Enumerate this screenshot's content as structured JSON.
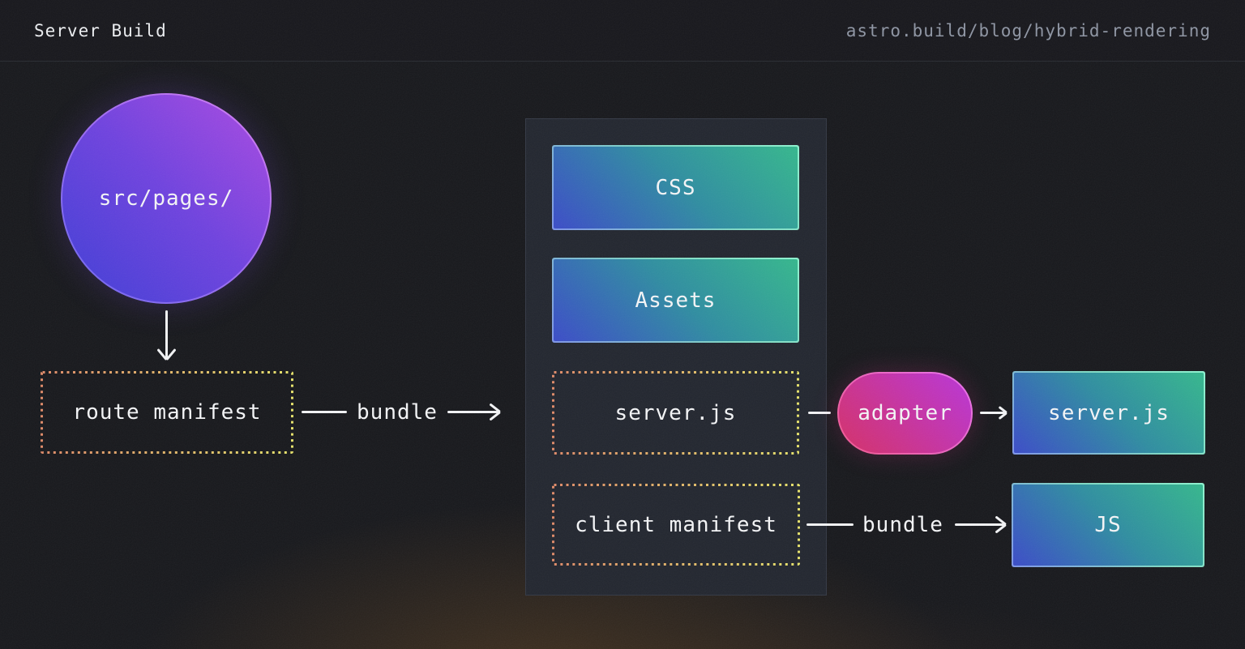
{
  "header": {
    "title": "Server Build",
    "url": "astro.build/blog/hybrid-rendering"
  },
  "diagram": {
    "src_pages": {
      "label": "src/pages/"
    },
    "route_manifest": {
      "label": "route manifest"
    },
    "bundle_top": {
      "label": "bundle"
    },
    "output_panel": {
      "css": {
        "label": "CSS"
      },
      "assets": {
        "label": "Assets"
      },
      "server_js": {
        "label": "server.js"
      },
      "client_manifest": {
        "label": "client manifest"
      }
    },
    "adapter": {
      "label": "adapter"
    },
    "server_js_output": {
      "label": "server.js"
    },
    "bundle_bottom": {
      "label": "bundle"
    },
    "js_output": {
      "label": "JS"
    },
    "colors": {
      "background": "#17181c",
      "panel_background": "#22262f",
      "text": "#f4f5f7",
      "muted_text": "#8e95a3",
      "node_gradient_blue": "#3b4cc8",
      "node_gradient_green": "#35b78d",
      "circle_gradient_blue": "#3f3ed6",
      "circle_gradient_purple": "#ab4ae2",
      "pill_gradient_crimson": "#d53067",
      "pill_gradient_magenta": "#b935d8",
      "dotted_border_salmon": "#df8a68",
      "dotted_border_yellow": "#e6e26a",
      "arrow": "#f2f3f5"
    }
  }
}
